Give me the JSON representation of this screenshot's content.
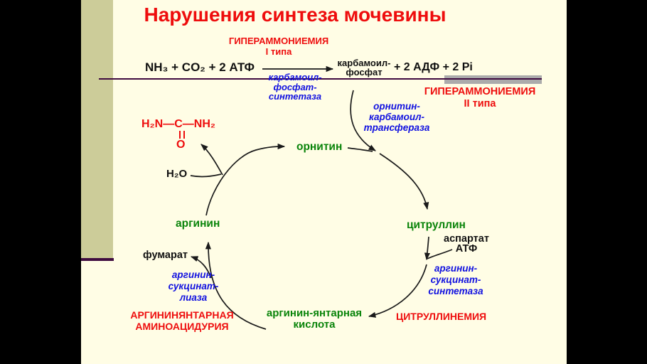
{
  "slide": {
    "title": "Нарушения синтеза мочевины",
    "reaction": {
      "substrates": "NH₃ + CO₂ + 2 АТФ",
      "product": "карбамоил-\nфосфат",
      "byproducts": "+ 2 АДФ  + 2 Pi",
      "enzyme_carbamoyl_phosphate_synthetase": "карбамоил-\nфосфат-\nсинтетаза",
      "enzyme_ornithine_carbamoyl_transferase": "орнитин-\nкарбамоил-\nтрансфераза"
    },
    "diseases": {
      "hyperammonemia_type1": "ГИПЕРАММОНИЕМИЯ\nI типа",
      "hyperammonemia_type2": "ГИПЕРАММОНИЕМИЯ\nII типа",
      "argininosuccinic_aciduria": "АРГИНИНЯНТАРНАЯ\nАМИНОАЦИДУРИЯ",
      "citrullinemia": "ЦИТРУЛЛИНЕМИЯ"
    },
    "cycle": {
      "ornithine": "орнитин",
      "citrulline": "цитруллин",
      "arginine": "аргинин",
      "argininosuccinate": "аргинин-янтарная\nкислота",
      "aspartate_atp": "аспартат\nАТФ",
      "water": "H₂O",
      "fumarate": "фумарат",
      "enzyme_argininosuccinate_lyase": "аргинин-\nсукцинат-\nлиаза",
      "enzyme_argininosuccinate_synthetase": "аргинин-\nсукцинат-\nсинтетаза",
      "urea_formula": "H₂N—C—NH₂",
      "urea_oxygen": "O"
    },
    "colors": {
      "background": "#fffde5",
      "accent_bar": "#cccc99",
      "divider_line": "#3f0b3f",
      "highlight_bar": "#ababab",
      "heading_red": "#ee0d0d",
      "metabolite_green": "#0a840a",
      "enzyme_blue": "#1111e0",
      "text_black": "#111111"
    }
  }
}
